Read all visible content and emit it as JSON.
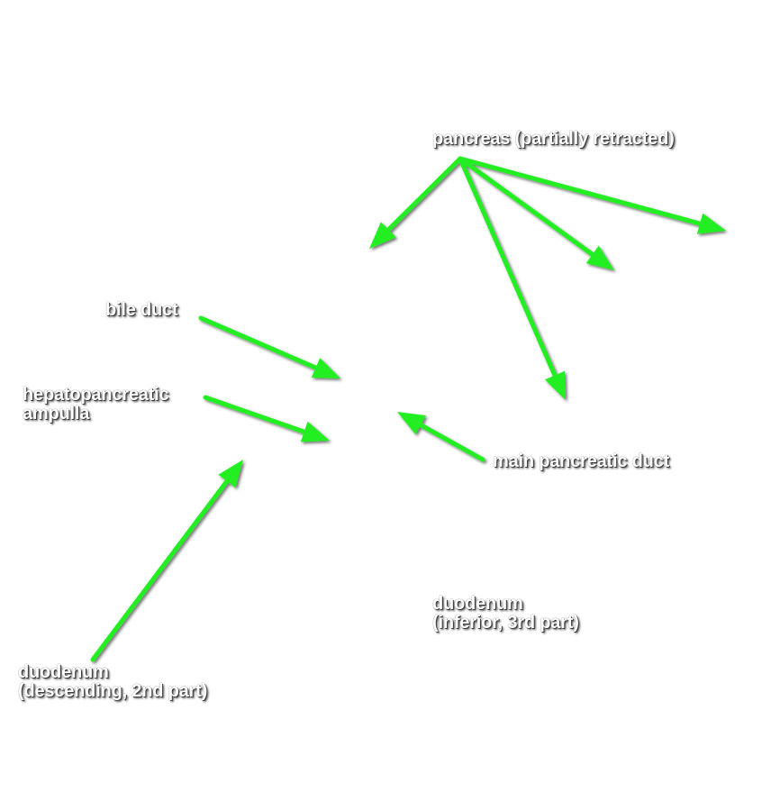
{
  "labels": {
    "pancreas": "pancreas (partially retracted)",
    "bile_duct": "bile duct",
    "ampulla_line1": "hepatopancreatic",
    "ampulla_line2": "ampulla",
    "main_duct": "main pancreatic duct",
    "duodenum_inferior_line1": "duodenum",
    "duodenum_inferior_line2": "(inferior, 3rd part)",
    "duodenum_descending_line1": "duodenum",
    "duodenum_descending_line2": "(descending, 2nd part)"
  },
  "colors": {
    "arrow": "#22ee22",
    "label_text": "#ffffff",
    "background": "#ffffff"
  }
}
